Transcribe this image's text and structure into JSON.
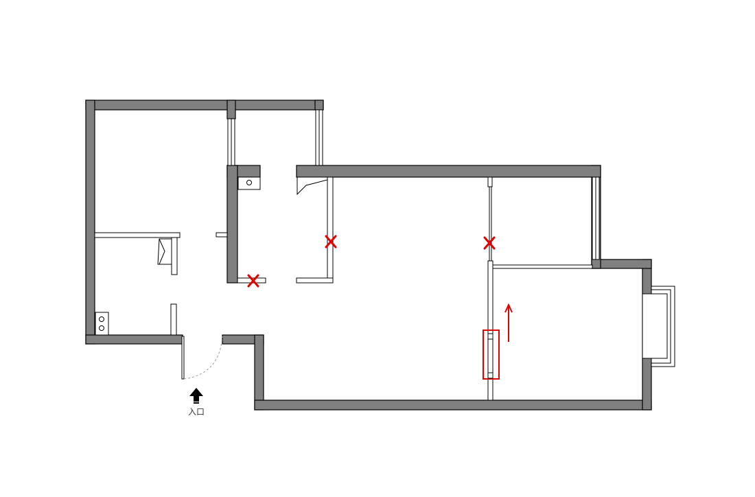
{
  "plan": {
    "entrance_label": "入口",
    "wall_color": "#808080",
    "mark_color": "#e00000"
  },
  "markers": [
    {
      "kind": "remove-wall",
      "symbol": "x"
    },
    {
      "kind": "remove-wall",
      "symbol": "x"
    },
    {
      "kind": "remove-wall",
      "symbol": "x"
    },
    {
      "kind": "highlight-wall",
      "symbol": "rectangle"
    },
    {
      "kind": "direction",
      "symbol": "arrow-up"
    }
  ]
}
